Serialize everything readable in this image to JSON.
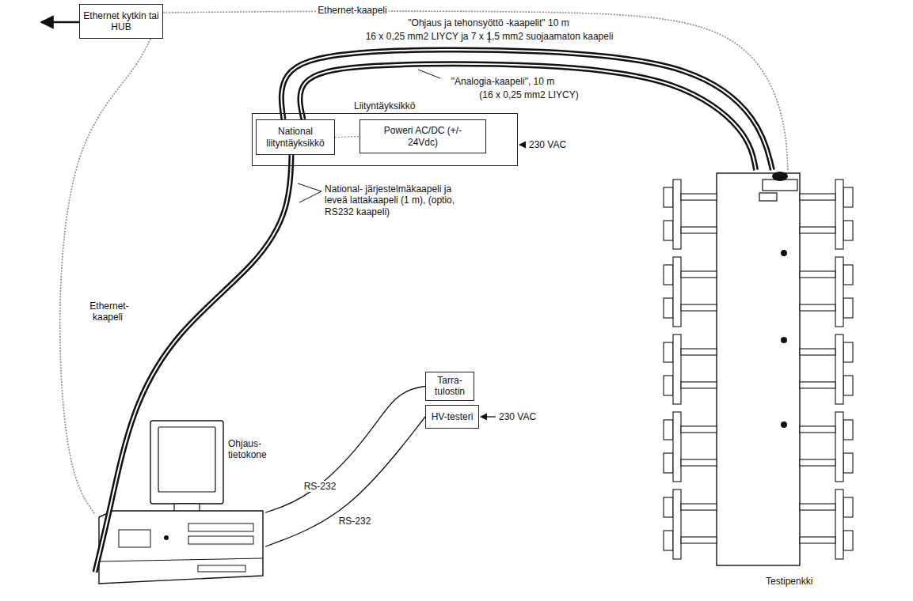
{
  "diagram": {
    "nodes": [
      {
        "text": [
          "Ethernet kytkin tai HUB"
        ]
      },
      {
        "text": [
          "Liityntäyksikkö"
        ]
      },
      {
        "text": [
          "National liityntäyksikkö"
        ],
        "in": 1
      },
      {
        "text": [
          "Poweri AC/DC (+/- 24Vdc)"
        ],
        "in": 1
      },
      {
        "text": [
          "Ohjaus- tietokone"
        ]
      },
      {
        "text": [
          "Tarra- tulostin"
        ]
      },
      {
        "text": [
          "HV-testeri"
        ]
      },
      {
        "text": [
          "Testipenkki"
        ]
      }
    ],
    "edges": [
      {
        "from": 0,
        "to": 7,
        "arrow": "none",
        "label": "Ethernet-kaapeli"
      },
      {
        "from": 0,
        "to": 4,
        "arrow": "none",
        "label": "Ethernet- kaapeli"
      },
      {
        "from": 4,
        "to": 2,
        "arrow": "none"
      },
      {
        "from": 2,
        "to": 7,
        "arrow": "none",
        "label": "\"Ohjaus ja tehonsyöttö -kaapelit\" 10 m"
      },
      {
        "from": 2,
        "to": 7,
        "arrow": "none",
        "label": "\"Analogia-kaapeli\", 10 m"
      },
      {
        "from": 2,
        "to": 3,
        "arrow": "none"
      },
      {
        "from": 4,
        "to": 5,
        "arrow": "none",
        "label": "RS-232"
      },
      {
        "from": 4,
        "to": 6,
        "arrow": "none",
        "label": "RS-232"
      }
    ],
    "labels": [
      "230 VAC",
      "230 VAC",
      "16 x 0,25 mm2 LIYCY ja 7 x 1,5 mm2 suojaamaton kaapeli",
      "(16 x 0,25 mm2 LIYCY)",
      "National- järjestelmäkaapeli ja leveä lattakaapeli (1 m), (optio, RS232 kaapeli)"
    ]
  }
}
